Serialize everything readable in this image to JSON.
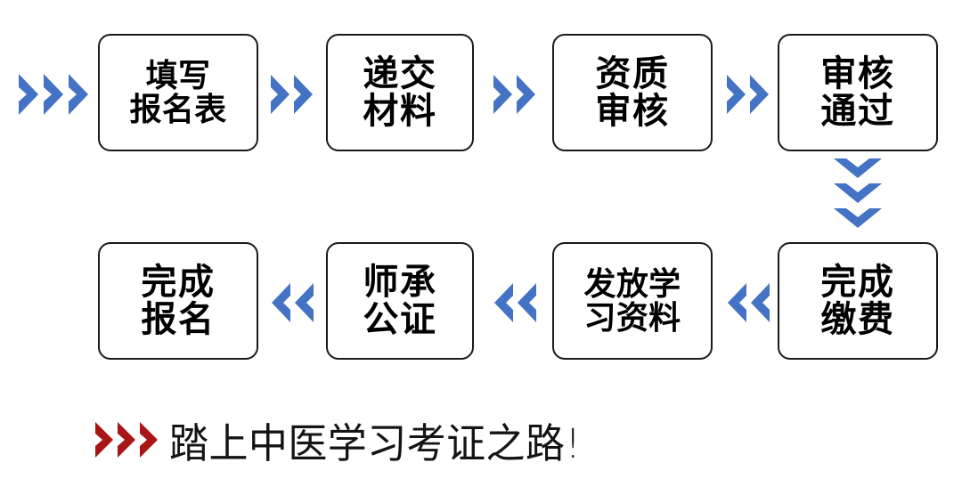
{
  "diagram": {
    "title_caption": "踏上中医学习考证之路!",
    "colors": {
      "arrow_blue": "#4472C4",
      "caption_red": "#A81616",
      "box_border": "#1A1A1A",
      "box_fill": "#FFFFFF",
      "text_black": "#000000"
    },
    "row1": {
      "lead_arrow": "triple-chevron-right",
      "steps": [
        {
          "id": "step-1",
          "line1": "填写",
          "line2": "报名表",
          "chars_per_line": 3
        },
        {
          "id": "step-2",
          "line1": "递交",
          "line2": "材料",
          "chars_per_line": 2
        },
        {
          "id": "step-3",
          "line1": "资质",
          "line2": "审核",
          "chars_per_line": 2
        },
        {
          "id": "step-4",
          "line1": "审核",
          "line2": "通过",
          "chars_per_line": 2
        }
      ],
      "connectors": [
        "double-chevron-right",
        "double-chevron-right",
        "double-chevron-right"
      ]
    },
    "turn_arrow": "triple-chevron-down",
    "row2": {
      "steps": [
        {
          "id": "step-8",
          "line1": "完成",
          "line2": "报名",
          "chars_per_line": 2
        },
        {
          "id": "step-7",
          "line1": "师承",
          "line2": "公证",
          "chars_per_line": 2
        },
        {
          "id": "step-6",
          "line1": "发放学",
          "line2": "习资料",
          "chars_per_line": 3
        },
        {
          "id": "step-5",
          "line1": "完成",
          "line2": "缴费",
          "chars_per_line": 2
        }
      ],
      "connectors": [
        "double-chevron-left",
        "double-chevron-left",
        "double-chevron-left"
      ]
    },
    "caption": {
      "arrows": "triple-chevron-right",
      "text": "踏上中医学习考证之路!"
    }
  }
}
